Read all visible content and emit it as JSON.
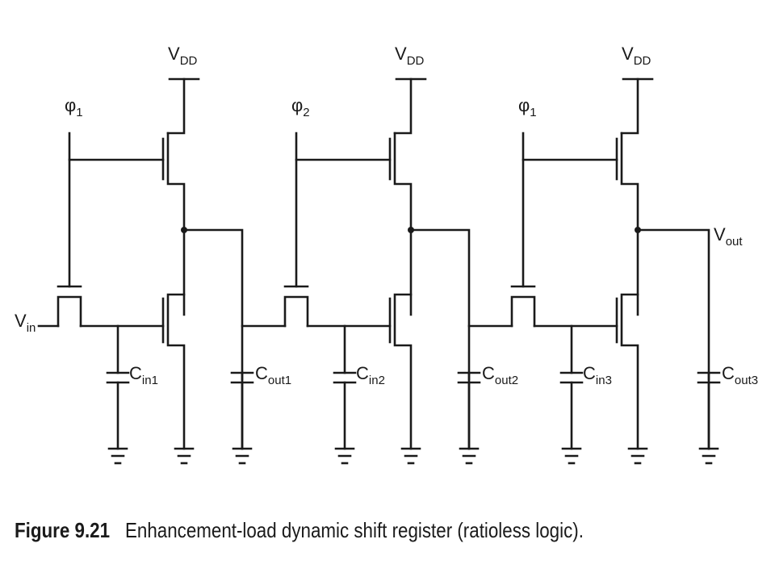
{
  "diagram": {
    "supply": {
      "base": "V",
      "sub": "DD"
    },
    "clocks": [
      {
        "base": "φ",
        "sub": "1"
      },
      {
        "base": "φ",
        "sub": "2"
      },
      {
        "base": "φ",
        "sub": "1"
      }
    ],
    "input": {
      "base": "V",
      "sub": "in"
    },
    "output": {
      "base": "V",
      "sub": "out"
    },
    "capacitors": [
      {
        "base": "C",
        "sub": "in1"
      },
      {
        "base": "C",
        "sub": "out1"
      },
      {
        "base": "C",
        "sub": "in2"
      },
      {
        "base": "C",
        "sub": "out2"
      },
      {
        "base": "C",
        "sub": "in3"
      },
      {
        "base": "C",
        "sub": "out3"
      }
    ]
  },
  "caption": {
    "number": "Figure 9.21",
    "text": "Enhancement-load dynamic shift register (ratioless logic)."
  }
}
